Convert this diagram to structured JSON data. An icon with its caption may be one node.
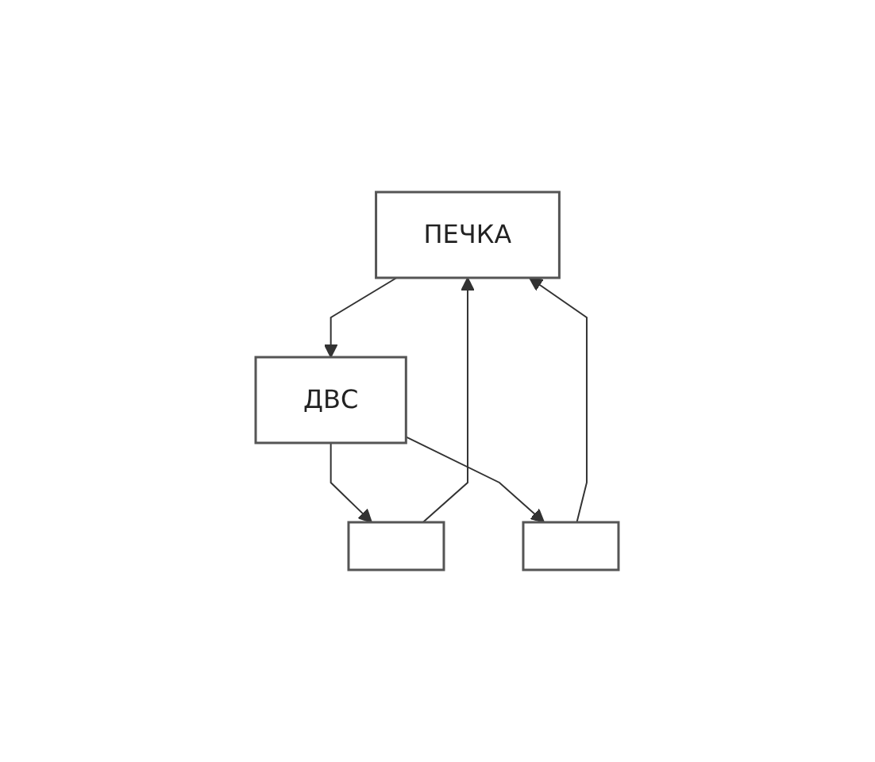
{
  "diagram": {
    "nodes": [
      {
        "text": [
          "ПЕЧКА"
        ]
      },
      {
        "text": [],
        "shape": "box"
      },
      {
        "text": [],
        "shape": "box"
      },
      {
        "text": [
          "ДВС"
        ]
      }
    ],
    "edges": [
      {
        "from": 3,
        "to": 1,
        "arrow": "to"
      },
      {
        "from": 1,
        "to": 0,
        "arrow": "to"
      },
      {
        "from": 3,
        "to": 2,
        "arrow": "to"
      },
      {
        "from": 2,
        "to": 0,
        "arrow": "to"
      },
      {
        "from": 0,
        "to": 3,
        "arrow": "to"
      }
    ]
  }
}
